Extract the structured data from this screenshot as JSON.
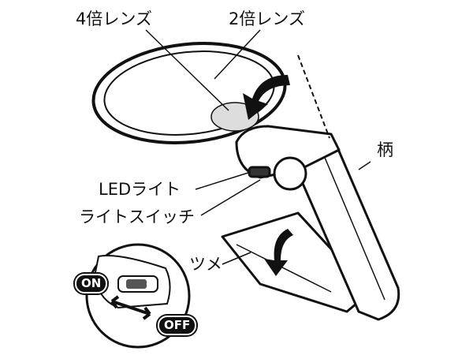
{
  "labels": {
    "lens_4x": "4倍レンズ",
    "lens_2x": "2倍レンズ",
    "handle": "柄",
    "led_light": "LEDライト",
    "light_switch": "ライトスイッチ",
    "claw": "ツメ",
    "switch_on": "ON",
    "switch_off": "OFF"
  }
}
